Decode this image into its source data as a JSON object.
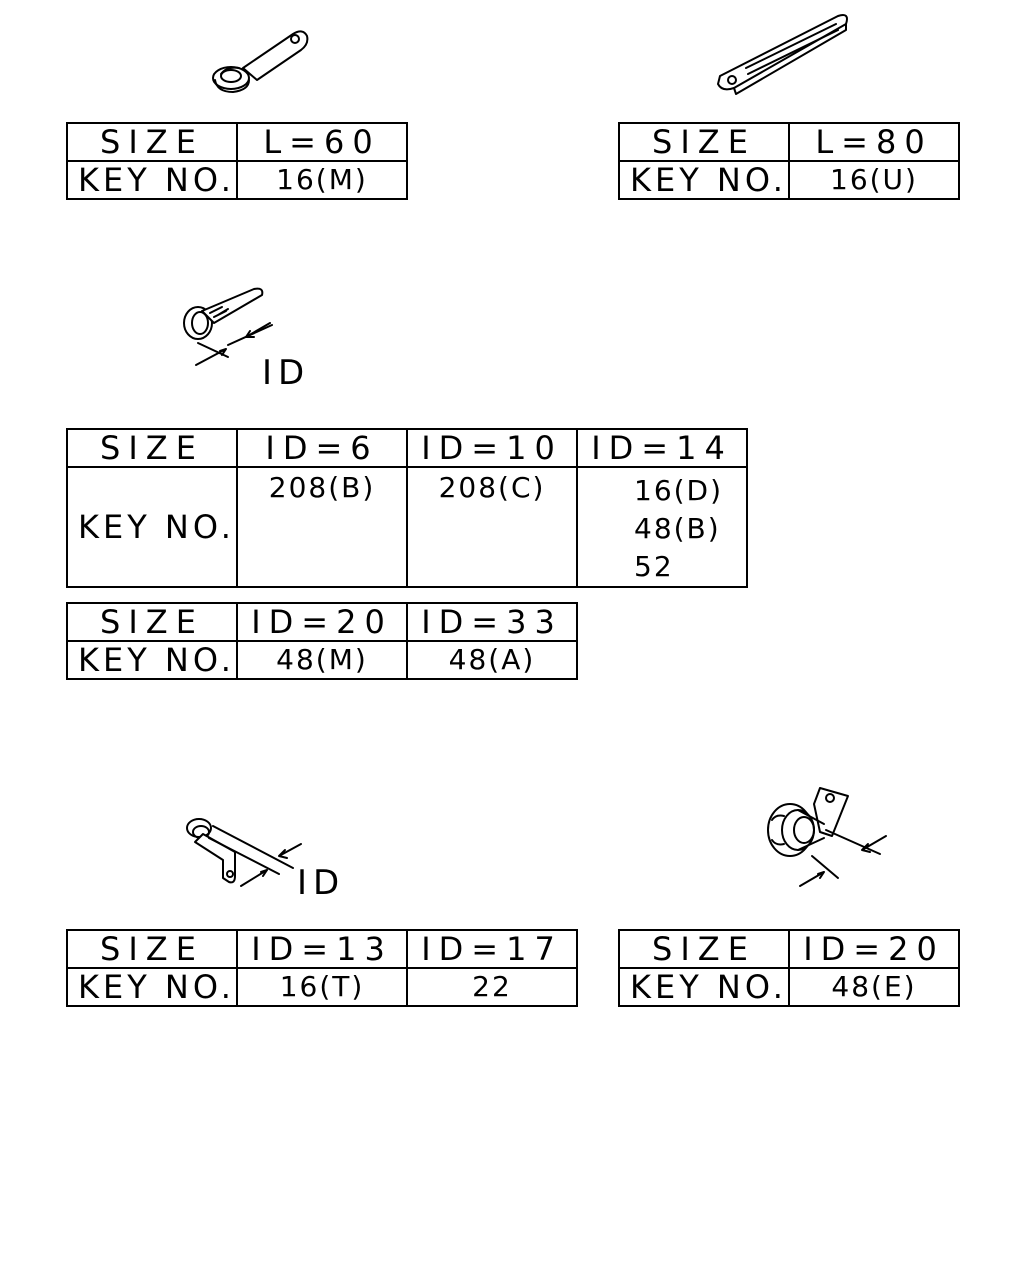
{
  "groups": [
    {
      "size_label": "SIZE",
      "key_label": "KEY NO.",
      "sizes": [
        "L=60"
      ],
      "keys": [
        "16(M)"
      ]
    },
    {
      "size_label": "SIZE",
      "key_label": "KEY NO.",
      "sizes": [
        "L=80"
      ],
      "keys": [
        "16(U)"
      ]
    },
    {
      "size_label": "SIZE",
      "key_label": "KEY NO.",
      "sizes": [
        "ID=6",
        "ID=10",
        "ID=14"
      ],
      "keys": [
        [
          "208(B)"
        ],
        [
          "208(C)"
        ],
        [
          "16(D)",
          "48(B)",
          "52"
        ]
      ]
    },
    {
      "size_label": "SIZE",
      "key_label": "KEY NO.",
      "sizes": [
        "ID=20",
        "ID=33"
      ],
      "keys": [
        "48(M)",
        "48(A)"
      ]
    },
    {
      "size_label": "SIZE",
      "key_label": "KEY NO.",
      "sizes": [
        "ID=13",
        "ID=17"
      ],
      "keys": [
        "16(T)",
        "22"
      ]
    },
    {
      "size_label": "SIZE",
      "key_label": "KEY NO.",
      "sizes": [
        "ID=20"
      ],
      "keys": [
        "48(E)"
      ]
    }
  ],
  "dimension_labels": {
    "hose_clamp": "ID",
    "p_clamp": "ID"
  }
}
